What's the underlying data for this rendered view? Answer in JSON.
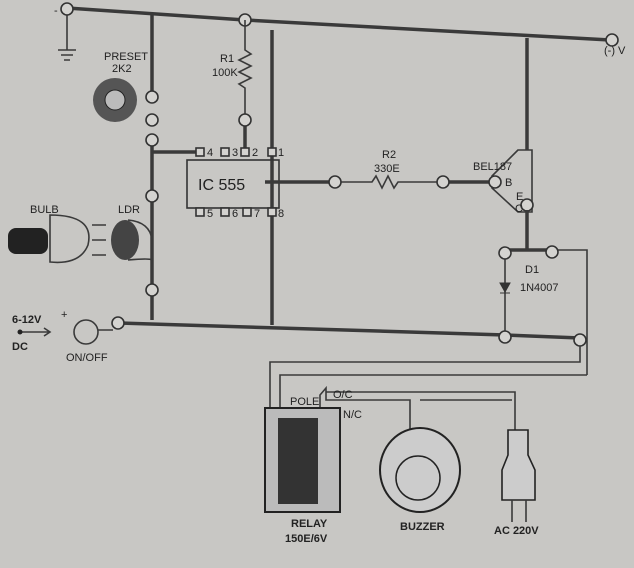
{
  "diagram": {
    "ground_label": "-",
    "supply_label": "(-) V",
    "preset": {
      "name": "PRESET",
      "value": "2K2"
    },
    "r1": {
      "name": "R1",
      "value": "100K"
    },
    "ic": {
      "name": "IC 555",
      "pins_top": [
        "4",
        "3",
        "2",
        "1"
      ],
      "pins_bottom": [
        "5",
        "6",
        "7",
        "8"
      ]
    },
    "r2": {
      "name": "R2",
      "value": "330E"
    },
    "transistor": {
      "name": "BEL187",
      "e": "E",
      "b": "B",
      "c": "C"
    },
    "diode": {
      "name": "D1",
      "value": "1N4007"
    },
    "bulb": "BULB",
    "ldr": "LDR",
    "dc_input": {
      "voltage": "6-12V",
      "plus": "+",
      "dc": "DC",
      "switch": "ON/OFF"
    },
    "relay": {
      "pole": "POLE",
      "oc": "O/C",
      "nc": "N/C",
      "name": "RELAY",
      "value": "150E/6V"
    },
    "buzzer": "BUZZER",
    "plug": "AC 220V"
  }
}
